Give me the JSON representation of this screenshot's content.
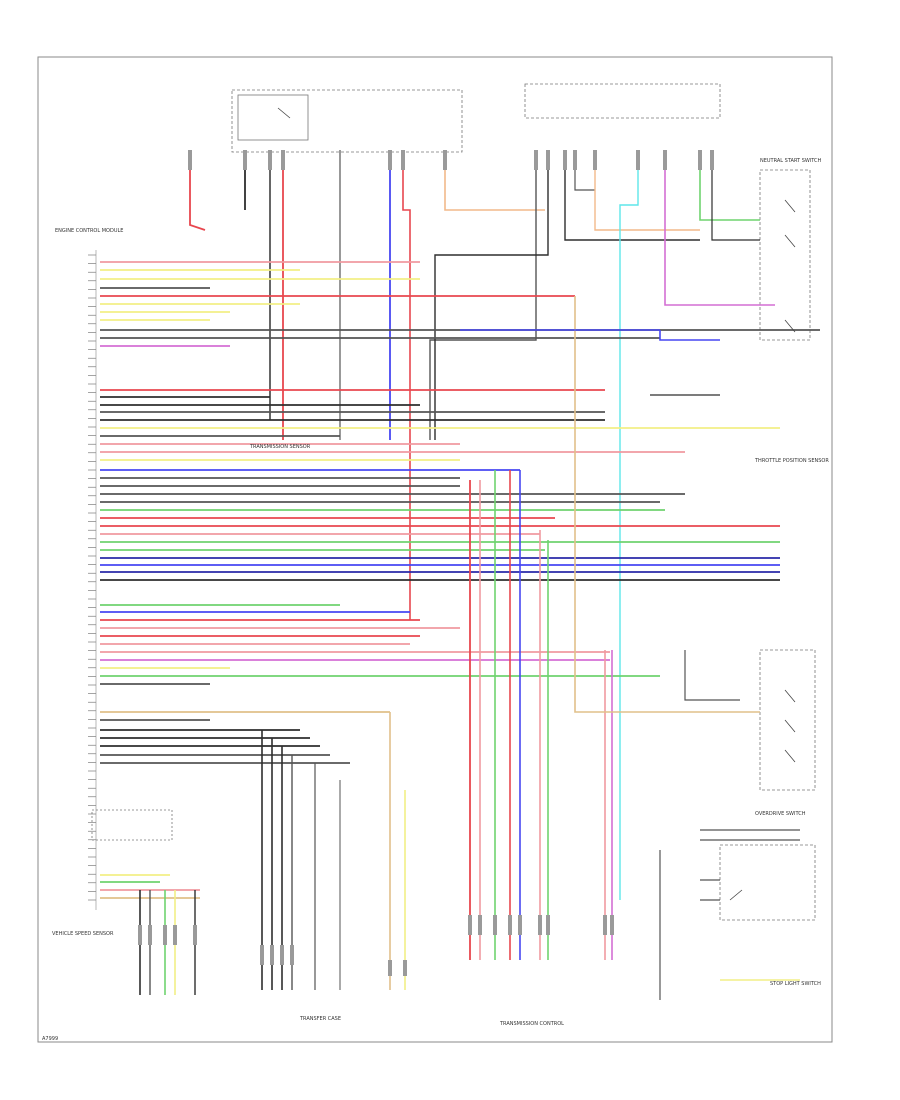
{
  "title": "",
  "colors": {
    "red": "#e8474f",
    "pink": "#f09aa0",
    "yellow": "#f2ef86",
    "green": "#6fd36f",
    "blue": "#4747f2",
    "darkblue": "#2a2aa8",
    "grey": "#555555",
    "darkgrey": "#2e2e2e",
    "orange": "#f2b98a",
    "cyan": "#5ee6ea",
    "violet": "#d46fd4",
    "tan": "#e1c08a",
    "border": "#8a8a8a"
  },
  "labels": {
    "left_top_module": "ENGINE CONTROL MODULE",
    "trans_sensor": "TRANSMISSION SENSOR",
    "bottom_left_sensor": "VEHICLE SPEED SENSOR",
    "bottom_center": "TRANSFER CASE",
    "bottom_right_sensor": "TRANSMISSION CONTROL",
    "right_upper": "NEUTRAL START SWITCH",
    "right_mid": "THROTTLE POSITION SENSOR",
    "right_lower": "OVERDRIVE SWITCH",
    "right_bottom": "STOP LIGHT SWITCH",
    "footer": "A7999"
  }
}
